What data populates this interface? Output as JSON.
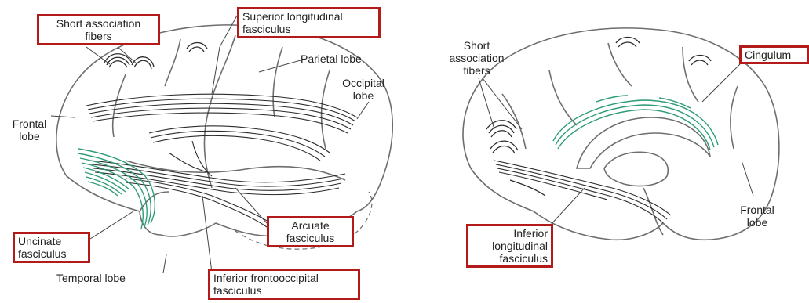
{
  "colors": {
    "highlight_box": "#b31b1b",
    "fiber_green": "#2e9c7a",
    "outline": "#6e6e6e",
    "fiber_dark": "#2b2b2b"
  },
  "lateral_view": {
    "short_association_fibers": [
      "Short association",
      "fibers"
    ],
    "superior_longitudinal_fasciculus": [
      "Superior longitudinal",
      "fasciculus"
    ],
    "parietal_lobe": "Parietal lobe",
    "occipital_lobe": [
      "Occipital",
      "lobe"
    ],
    "frontal_lobe": [
      "Frontal",
      "lobe"
    ],
    "uncinate_fasciculus": [
      "Uncinate",
      "fasciculus"
    ],
    "temporal_lobe": "Temporal lobe",
    "arcuate_fasciculus": [
      "Arcuate",
      "fasciculus"
    ],
    "inferior_frontooccipital_fasciculus": [
      "Inferior frontooccipital",
      "fasciculus"
    ]
  },
  "medial_view": {
    "short_association_fibers": [
      "Short",
      "association",
      "fibers"
    ],
    "cingulum": "Cingulum",
    "frontal_lobe": [
      "Frontal",
      "lobe"
    ],
    "inferior_longitudinal_fasciculus": [
      "Inferior",
      "longitudinal",
      "fasciculus"
    ]
  }
}
